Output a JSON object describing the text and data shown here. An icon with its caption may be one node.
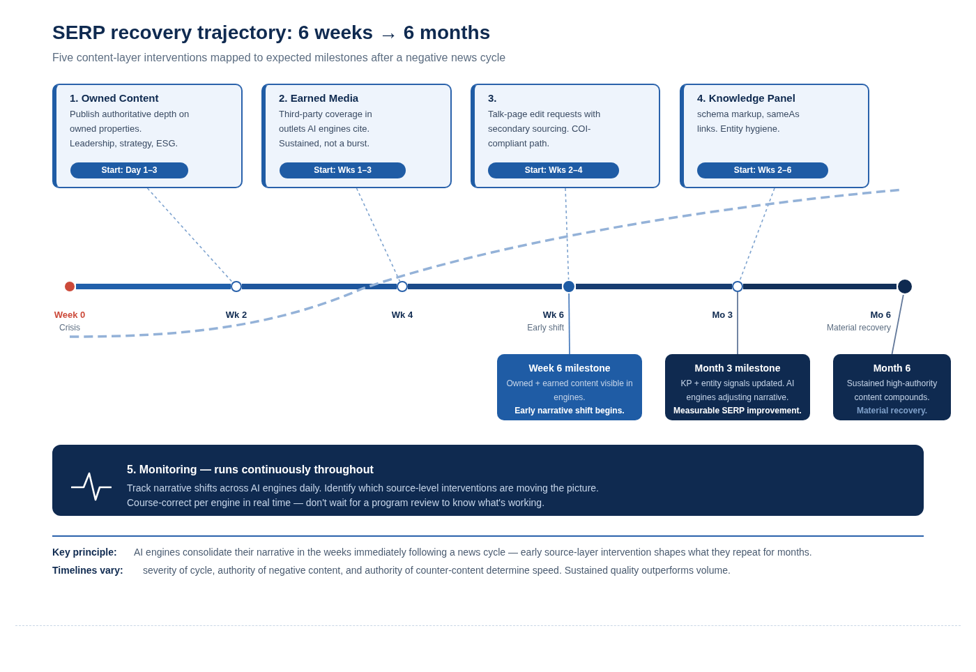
{
  "diagram": {
    "title": "SERP recovery trajectory: 6 weeks → 6 months",
    "caption": "Five content-layer interventions mapped to expected milestones after a negative news cycle",
    "nodes": [
      {
        "text": [
          "1. Owned Content",
          "Publish authoritative depth on owned properties. Leadership, strategy, ESG."
        ]
      },
      {
        "text": [
          "Start: Day 1–3"
        ],
        "in": 0
      },
      {
        "text": [
          "2. Earned Media",
          "Third-party coverage in outlets AI engines cite. Sustained, not a burst."
        ]
      },
      {
        "text": [
          "Start: Wks 1–3"
        ],
        "in": 2
      },
      {
        "text": [
          "3.",
          "Talk-page edit requests with secondary sourcing. COI-compliant path."
        ]
      },
      {
        "text": [
          "Start: Wks 2–4"
        ],
        "in": 4
      },
      {
        "text": [
          "4. Knowledge Panel",
          "schema markup, sameAs links. Entity hygiene."
        ]
      },
      {
        "text": [
          "Start: Wks 2–6"
        ],
        "in": 6
      },
      {
        "text": [],
        "shape": "circle",
        "beside": [
          "Week 0",
          "Crisis"
        ]
      },
      {
        "text": [],
        "shape": "circle",
        "beside": [
          "Wk 2"
        ]
      },
      {
        "text": [],
        "shape": "circle",
        "beside": [
          "Wk 4"
        ]
      },
      {
        "text": [],
        "shape": "circle",
        "beside": [
          "Wk 6",
          "Early shift"
        ]
      },
      {
        "text": [],
        "shape": "circle",
        "beside": [
          "Mo 3"
        ]
      },
      {
        "text": [],
        "shape": "circle",
        "beside": [
          "Mo 6",
          "Material recovery"
        ]
      },
      {
        "text": [
          "Week 6 milestone",
          "Owned + earned content visible in engines.",
          "Early narrative shift begins."
        ]
      },
      {
        "text": [
          "Month 3 milestone",
          "KP + entity signals updated. AI engines adjusting narrative.",
          "Measurable SERP improvement."
        ]
      },
      {
        "text": [
          "Month 6",
          "Sustained high-authority content compounds.",
          "Material recovery."
        ]
      },
      {
        "text": [
          "5. Monitoring — runs continuously throughout",
          "Track narrative shifts across AI engines daily. Identify which source-level interventions are moving the picture. Course-correct per engine in real time — don't wait for a program review to know what's working."
        ]
      }
    ],
    "edges": [
      {
        "from": 8,
        "to": 9,
        "arrow": "none",
        "style": "thick",
        "color": "#2160ab"
      },
      {
        "from": 9,
        "to": 10,
        "arrow": "none",
        "style": "thick",
        "color": "#1e569d"
      },
      {
        "from": 10,
        "to": 11,
        "arrow": "none",
        "style": "thick",
        "color": "#1b4a89"
      },
      {
        "from": 11,
        "to": 12,
        "arrow": "none",
        "style": "thick",
        "color": "#173d71"
      },
      {
        "from": 12,
        "to": 13,
        "arrow": "none",
        "style": "thick",
        "color": "#12305a"
      },
      {
        "from": 0,
        "to": 9,
        "arrow": "none",
        "style": "dashed"
      },
      {
        "from": 2,
        "to": 10,
        "arrow": "none",
        "style": "dashed"
      },
      {
        "from": 4,
        "to": 11,
        "arrow": "none",
        "style": "dashed"
      },
      {
        "from": 6,
        "to": 12,
        "arrow": "none",
        "style": "dashed"
      },
      {
        "from": 11,
        "to": 14,
        "arrow": "none",
        "color": "#4f80bf"
      },
      {
        "from": 12,
        "to": 15,
        "arrow": "none",
        "color": "#62789a"
      },
      {
        "from": 13,
        "to": 16,
        "arrow": "none",
        "color": "#62789a"
      }
    ],
    "labels": [
      "Key principle:",
      "AI engines consolidate their narrative in the weeks immediately following a news cycle — early source-layer intervention shapes what they repeat for months.",
      "Timelines vary:",
      "severity of cycle, authority of negative content, and authority of counter-content determine speed. Sustained quality outperforms volume."
    ]
  }
}
